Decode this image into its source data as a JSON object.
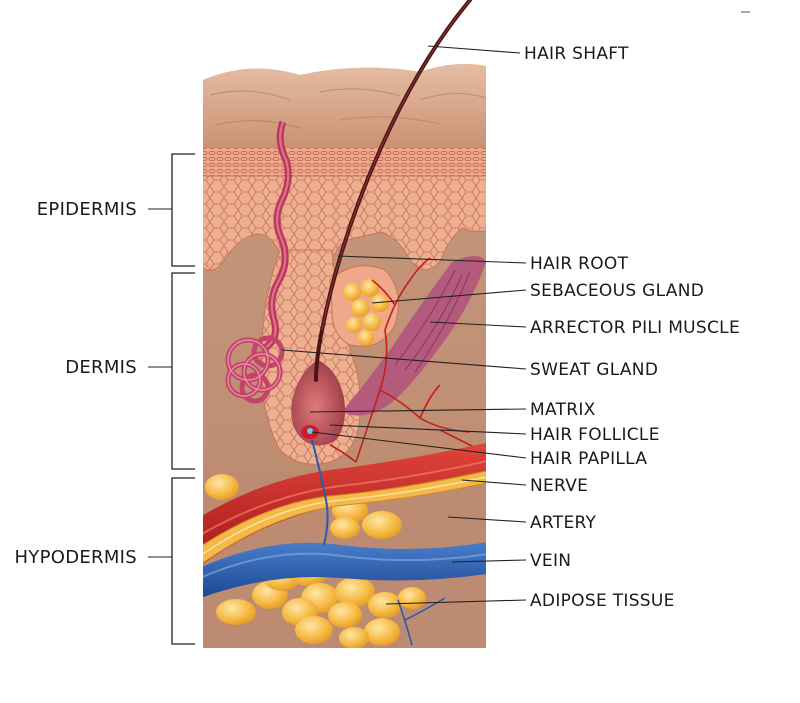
{
  "layers": {
    "epidermis": "EPIDERMIS",
    "dermis": "DERMIS",
    "hypodermis": "HYPODERMIS"
  },
  "structures": {
    "hair_shaft": "HAIR SHAFT",
    "hair_root": "HAIR ROOT",
    "sebaceous_gland": "SEBACEOUS GLAND",
    "arrector_pili_muscle": "ARRECTOR PILI MUSCLE",
    "sweat_gland": "SWEAT GLAND",
    "matrix": "MATRIX",
    "hair_follicle": "HAIR FOLLICLE",
    "hair_papilla": "HAIR PAPILLA",
    "nerve": "NERVE",
    "artery": "ARTERY",
    "vein": "VEIN",
    "adipose_tissue": "ADIPOSE TISSUE"
  },
  "colors": {
    "skin_surface": "#d9a98a",
    "epidermis": "#e8a88c",
    "dermis": "#c4937a",
    "hypodermis": "#bf8a70",
    "hair": "#5a1a1a",
    "artery": "#c8231f",
    "vein": "#2a5aa8",
    "nerve": "#f2b84a",
    "fat": "#f5b840",
    "muscle": "#b05a7a",
    "sweat_gland": "#c2446a"
  }
}
